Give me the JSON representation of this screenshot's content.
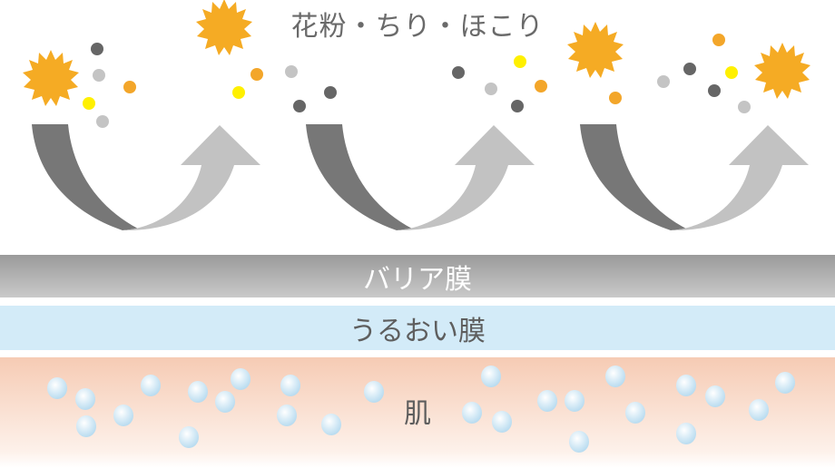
{
  "title": "花粉・ちり・ほこり",
  "layers": {
    "barrier": "バリア膜",
    "moisture": "うるおい膜",
    "skin": "肌"
  },
  "colors": {
    "sun": "#f5ab24",
    "dark_particle": "#666666",
    "light_particle": "#c4c4c4",
    "orange_particle": "#f3a62a",
    "yellow_particle": "#fff000",
    "arrow_dark": "#777777",
    "arrow_light": "#c2c2c2",
    "moisture_band": "#d3ebf8",
    "bubble": "#cfe8f5"
  }
}
